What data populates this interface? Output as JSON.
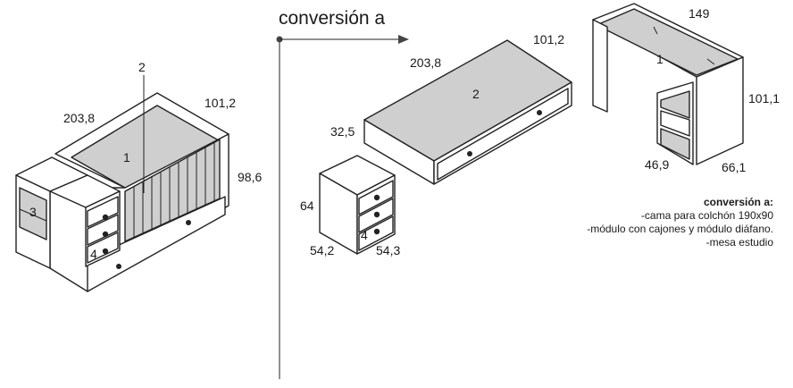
{
  "title": "conversión a",
  "left_unit": {
    "dim_width": "203,8",
    "dim_depth": "101,2",
    "dim_height": "98,6",
    "labels": [
      "1",
      "2",
      "3",
      "4"
    ]
  },
  "bed": {
    "dim_width": "203,8",
    "dim_depth": "101,2",
    "dim_height": "32,5",
    "label": "2"
  },
  "drawer_unit": {
    "dim_height": "64",
    "dim_width": "54,2",
    "dim_depth": "54,3",
    "label": "4"
  },
  "desk": {
    "dim_width": "149",
    "dim_height": "101,1",
    "dim_module": "46,9",
    "dim_depth": "66,1",
    "label": "1"
  },
  "legend": {
    "title": "conversión a:",
    "items": [
      "-cama para colchón 190x90",
      "-módulo con cajones y módulo diáfano.",
      "-mesa estudio"
    ]
  }
}
